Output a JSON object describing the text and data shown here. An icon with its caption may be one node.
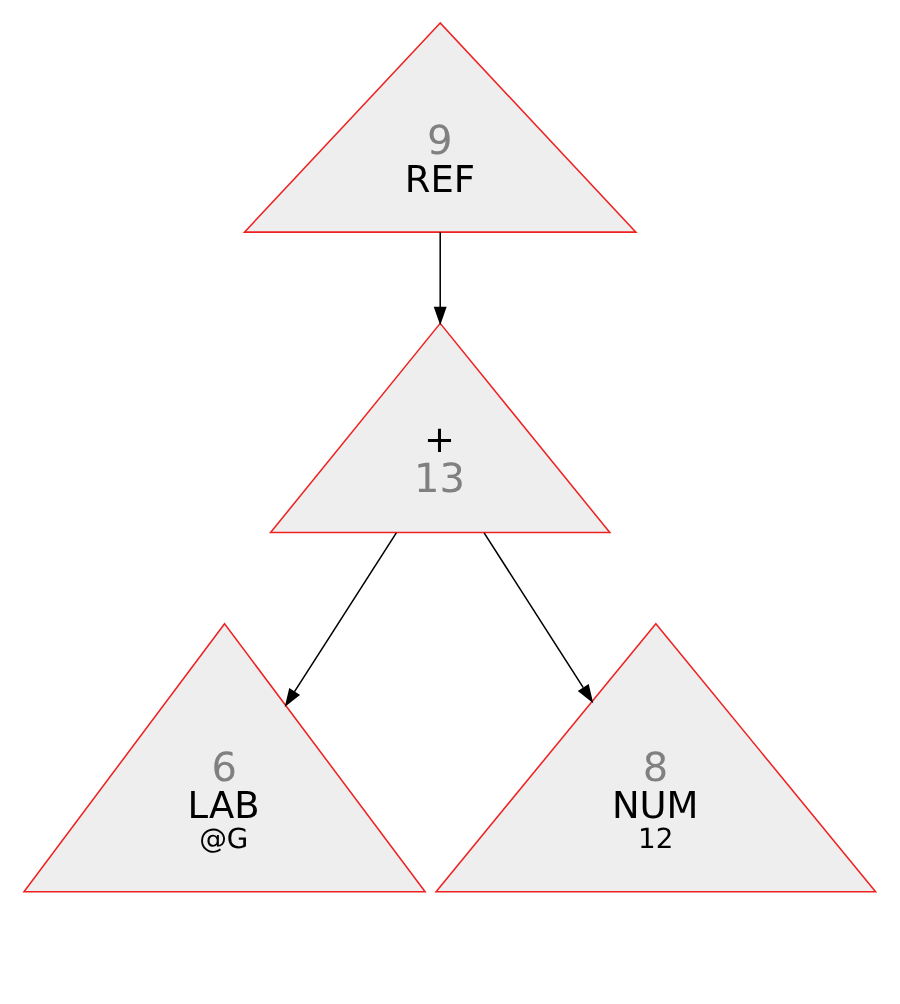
{
  "diagram": {
    "nodes": [
      {
        "text": [
          "9",
          "REF"
        ]
      },
      {
        "text": [
          "+",
          "13"
        ]
      },
      {
        "text": [
          "6",
          "LAB",
          "@G"
        ]
      },
      {
        "text": [
          "8",
          "NUM",
          "12"
        ]
      }
    ],
    "edges": [
      {
        "from": 0,
        "to": 1,
        "arrow": "to"
      },
      {
        "from": 1,
        "to": 2,
        "arrow": "to"
      },
      {
        "from": 1,
        "to": 3,
        "arrow": "to"
      }
    ]
  }
}
